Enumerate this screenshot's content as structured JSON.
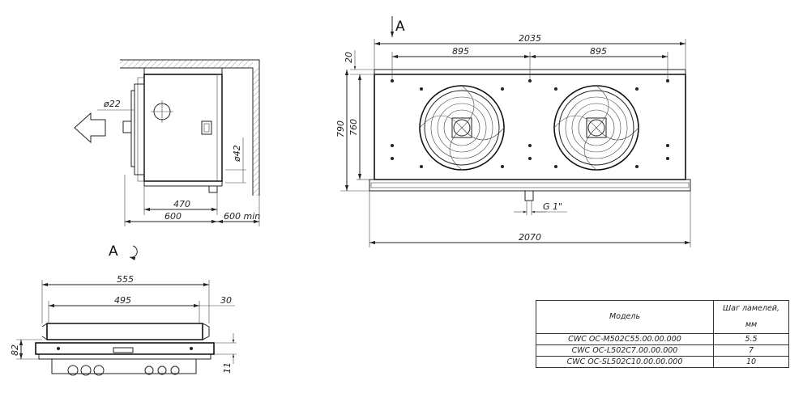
{
  "side_view": {
    "dims": {
      "pipe_diameter_outlet": "ø22",
      "pipe_diameter_drain": "ø42",
      "depth_inner": "470",
      "depth_total": "600",
      "clearance": "600 min"
    }
  },
  "front_view": {
    "view_label": "A",
    "dims": {
      "total_width": "2035",
      "fan_pitch_1": "895",
      "fan_pitch_2": "895",
      "top_offset": "20",
      "height_total": "790",
      "height_body": "760",
      "drain_thread": "G 1\"",
      "overall_width": "2070"
    }
  },
  "top_view": {
    "view_label": "A",
    "dims": {
      "width_total": "555",
      "width_inner": "495",
      "offset": "30",
      "height": "82",
      "flange": "11"
    }
  },
  "spec_table": {
    "headers": [
      "Модель",
      "Шаг ламелей, мм"
    ],
    "rows": [
      {
        "model": "CWC OC-M502C55.00.00.000",
        "fin_pitch": "5.5"
      },
      {
        "model": "CWC OC-L502C7.00.00.000",
        "fin_pitch": "7"
      },
      {
        "model": "CWC OC-SL502C10.00.00.000",
        "fin_pitch": "10"
      }
    ]
  }
}
